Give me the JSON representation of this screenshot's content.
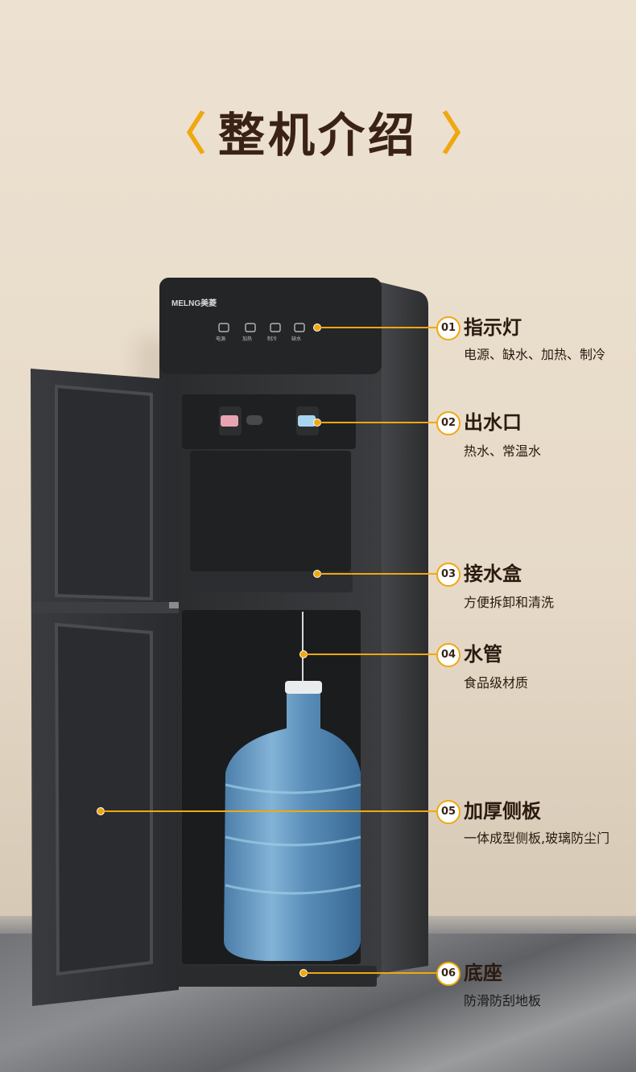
{
  "header": {
    "title": "整机介绍",
    "left_chevron": "〈",
    "right_chevron": "〉"
  },
  "product": {
    "brand": "MELNG美菱",
    "panel_buttons": [
      "电源",
      "加热",
      "制冷",
      "缺水"
    ]
  },
  "callouts": [
    {
      "num": "01",
      "label": "指示灯",
      "desc": "电源、缺水、加热、制冷"
    },
    {
      "num": "02",
      "label": "出水口",
      "desc": "热水、常温水"
    },
    {
      "num": "03",
      "label": "接水盒",
      "desc": "方便拆卸和清洗"
    },
    {
      "num": "04",
      "label": "水管",
      "desc": "食品级材质"
    },
    {
      "num": "05",
      "label": "加厚侧板",
      "desc": "一体成型侧板,玻璃防尘门"
    },
    {
      "num": "06",
      "label": "底座",
      "desc": "防滑防刮地板"
    }
  ],
  "colors": {
    "accent": "#f0a810",
    "title": "#3a2316",
    "body": "#2f2f31"
  }
}
